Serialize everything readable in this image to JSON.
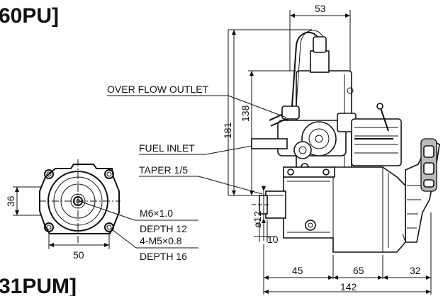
{
  "header": {
    "model_top": "60PU]",
    "model_bottom": "31PUM]"
  },
  "callouts": {
    "overflow_outlet": "OVER FLOW OUTLET",
    "fuel_inlet": "FUEL INLET",
    "taper": "TAPER 1/5",
    "thread_1": "M6×1.0",
    "depth_1": "DEPTH 12",
    "thread_2": "4-M5×0.8",
    "depth_2": "DEPTH 16"
  },
  "dimensions": {
    "top_width": "53",
    "total_height": "181",
    "tank_height": "138",
    "flange_height": "36",
    "flange_width": "50",
    "shaft_dia": "ø12",
    "shaft_len": "10",
    "seg_1": "45",
    "seg_2": "65",
    "seg_3": "32",
    "overall_len": "142"
  }
}
